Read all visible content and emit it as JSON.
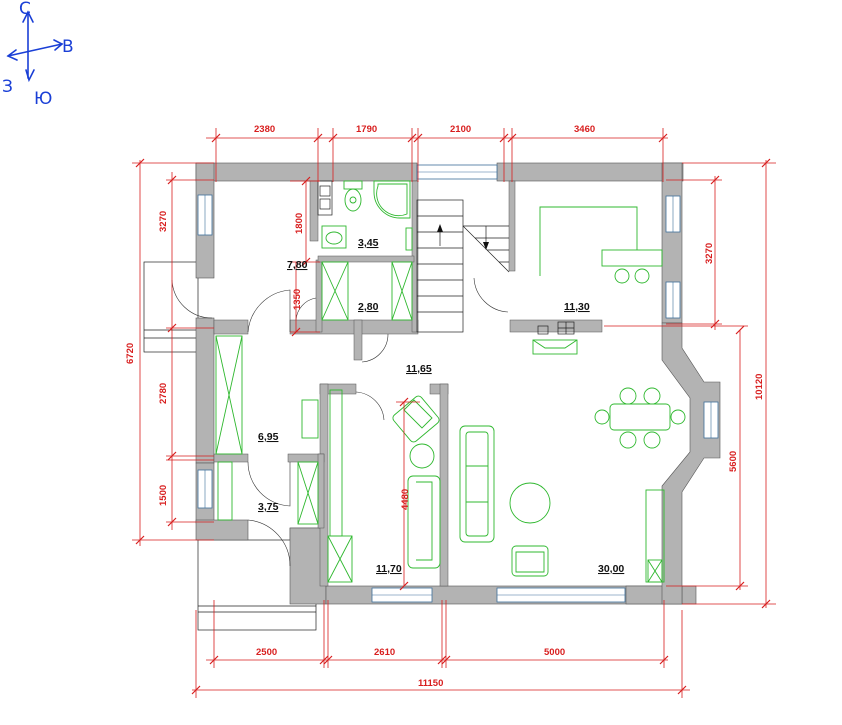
{
  "compass": {
    "north": "С",
    "east": "В",
    "west": "З",
    "south": "Ю"
  },
  "dimensions": {
    "top": [
      "2380",
      "1790",
      "2100",
      "3460"
    ],
    "left_inner": [
      "3270",
      "2780",
      "1500"
    ],
    "left_outer": "6720",
    "right_inner": "3270",
    "right_mid": "5600",
    "right_outer": "10120",
    "bottom": [
      "2500",
      "2610",
      "5000"
    ],
    "bottom_total": "11150",
    "interior": [
      "1800",
      "1350",
      "4480"
    ]
  },
  "rooms": [
    {
      "id": "bathroom",
      "area": "3,45"
    },
    {
      "id": "corridor-upper",
      "area": "7,80"
    },
    {
      "id": "closet",
      "area": "2,80"
    },
    {
      "id": "kitchen",
      "area": "11,30"
    },
    {
      "id": "hall",
      "area": "11,65"
    },
    {
      "id": "vestibule",
      "area": "6,95"
    },
    {
      "id": "entrance",
      "area": "3,75"
    },
    {
      "id": "study",
      "area": "11,70"
    },
    {
      "id": "living-room",
      "area": "30,00"
    }
  ],
  "colors": {
    "dimension": "#d81e1e",
    "furniture": "#2fb82f",
    "wall": "#b3b3b3",
    "window": "#3d6e9a",
    "compass": "#1a3fd6"
  }
}
